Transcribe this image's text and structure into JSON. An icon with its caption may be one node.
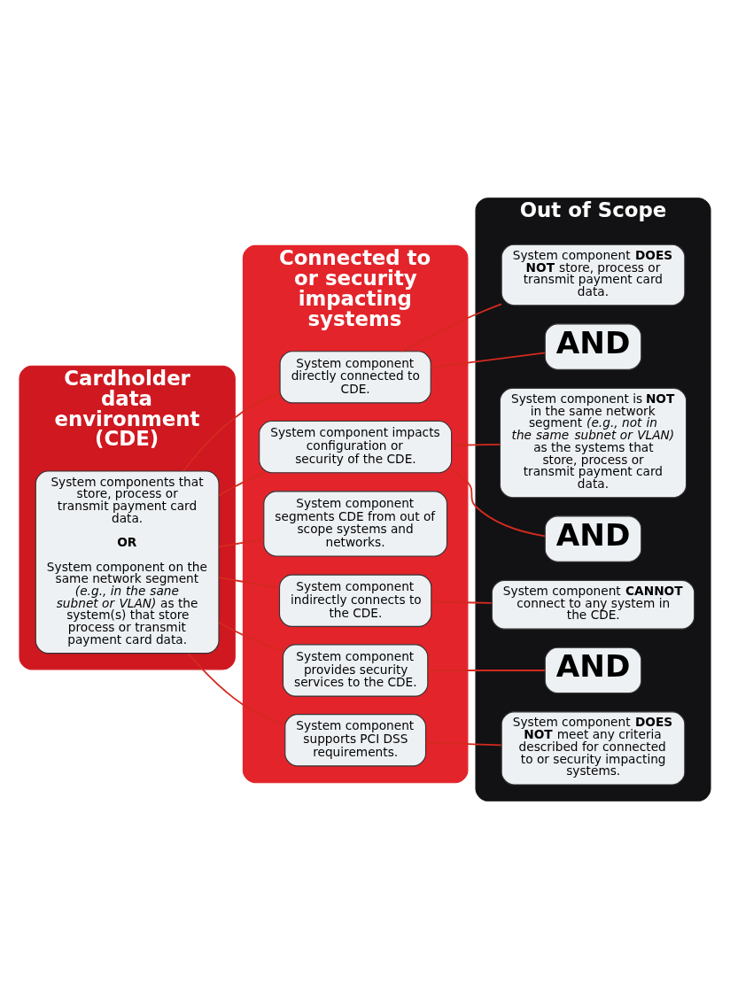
{
  "diagram": {
    "nodes": [
      {
        "text": [
          "Cardholder data environment (CDE)"
        ]
      },
      {
        "text": [
          "Connected to or security impacting systems"
        ]
      },
      {
        "text": [
          "Out of Scope"
        ]
      },
      {
        "text": [
          "System components that store, process or transmit payment card data.",
          "OR",
          "System component on the same network segment *(e.g., in the sane subnet or VLAN)* as the system(s) that store process or transmit payment card data."
        ],
        "in": 0
      },
      {
        "text": [
          "System component directly connected to CDE."
        ],
        "in": 1
      },
      {
        "text": [
          "System component impacts configuration or security of the CDE."
        ],
        "in": 1
      },
      {
        "text": [
          "System component segments CDE from out of scope systems and networks."
        ],
        "in": 1
      },
      {
        "text": [
          "System component indirectly connects to the CDE."
        ],
        "in": 1
      },
      {
        "text": [
          "System component provides security services to the CDE."
        ],
        "in": 1
      },
      {
        "text": [
          "System component supports PCI DSS requirements."
        ],
        "in": 1
      },
      {
        "text": [
          "System component **DOES NOT** store, process or transmit payment card data."
        ],
        "in": 2
      },
      {
        "text": [
          "AND"
        ],
        "in": 2
      },
      {
        "text": [
          "System component is **NOT** in the same network segment *(e.g., not in the same subnet or VLAN)* as the systems that store, process or transmit payment card data."
        ],
        "in": 2
      },
      {
        "text": [
          "AND"
        ],
        "in": 2
      },
      {
        "text": [
          "System component **CANNOT** connect to any system in the CDE."
        ],
        "in": 2
      },
      {
        "text": [
          "AND"
        ],
        "in": 2
      },
      {
        "text": [
          "System component **DOES NOT** meet any criteria described for connected to or security impacting systems."
        ],
        "in": 2
      }
    ],
    "edges": [
      {
        "from": 3,
        "to": 4,
        "arrow": "none"
      },
      {
        "from": 3,
        "to": 5,
        "arrow": "none"
      },
      {
        "from": 3,
        "to": 6,
        "arrow": "none"
      },
      {
        "from": 3,
        "to": 7,
        "arrow": "none"
      },
      {
        "from": 3,
        "to": 8,
        "arrow": "none"
      },
      {
        "from": 3,
        "to": 9,
        "arrow": "none"
      },
      {
        "from": 4,
        "to": 10,
        "arrow": "none"
      },
      {
        "from": 4,
        "to": 11,
        "arrow": "none"
      },
      {
        "from": 5,
        "to": 12,
        "arrow": "none"
      },
      {
        "from": 5,
        "to": 13,
        "arrow": "none"
      },
      {
        "from": 7,
        "to": 14,
        "arrow": "none"
      },
      {
        "from": 8,
        "to": 15,
        "arrow": "none"
      },
      {
        "from": 9,
        "to": 16,
        "arrow": "none"
      }
    ]
  }
}
